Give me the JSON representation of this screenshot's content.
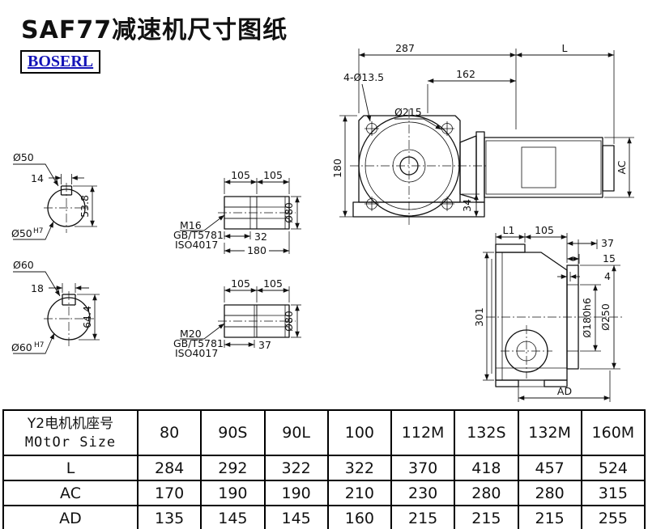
{
  "page": {
    "title": "SAF77减速机尺寸图纸",
    "logo": "BOSERL"
  },
  "front_view": {
    "dim_287": "287",
    "dim_l": "L",
    "dim_162": "162",
    "holes": "4-Ø13.5",
    "flange_dia": "Ø215",
    "dim_180": "180",
    "dim_ac": "AC",
    "dim_34": "34"
  },
  "shaft_section_1": {
    "dia": "Ø50",
    "key_width": "14",
    "key_height": "53.8",
    "bore_dia": "Ø50",
    "bore_tol": "H7"
  },
  "shaft_section_2": {
    "dia": "Ø60",
    "key_width": "18",
    "key_height": "64.4",
    "bore_dia": "Ø60",
    "bore_tol": "H7"
  },
  "shaft_detail_1": {
    "len_a": "105",
    "len_b": "105",
    "thread": "M16",
    "std_gb": "GB/T5781",
    "std_iso": "ISO4017",
    "thread_len": "32",
    "total_len": "180",
    "dia": "Ø80"
  },
  "shaft_detail_2": {
    "len_a": "105",
    "len_b": "105",
    "thread": "M20",
    "std_gb": "GB/T5781",
    "std_iso": "ISO4017",
    "thread_len": "37",
    "dia": "Ø80"
  },
  "side_view": {
    "dim_l1": "L1",
    "dim_105": "105",
    "dim_37": "37",
    "dim_15": "15",
    "dim_4": "4",
    "dim_301": "301",
    "dia_180": "Ø180h6",
    "dia_250": "Ø250",
    "dim_ad": "AD"
  },
  "table": {
    "header_cn": "Y2电机机座号",
    "header_en": "MOtOr Size",
    "motor_sizes": [
      "80",
      "90S",
      "90L",
      "100",
      "112M",
      "132S",
      "132M",
      "160M"
    ],
    "rows": [
      {
        "label": "L",
        "values": [
          "284",
          "292",
          "322",
          "322",
          "370",
          "418",
          "457",
          "524"
        ]
      },
      {
        "label": "AC",
        "values": [
          "170",
          "190",
          "190",
          "210",
          "230",
          "280",
          "280",
          "315"
        ]
      },
      {
        "label": "AD",
        "values": [
          "135",
          "145",
          "145",
          "160",
          "215",
          "215",
          "215",
          "255"
        ]
      }
    ]
  }
}
